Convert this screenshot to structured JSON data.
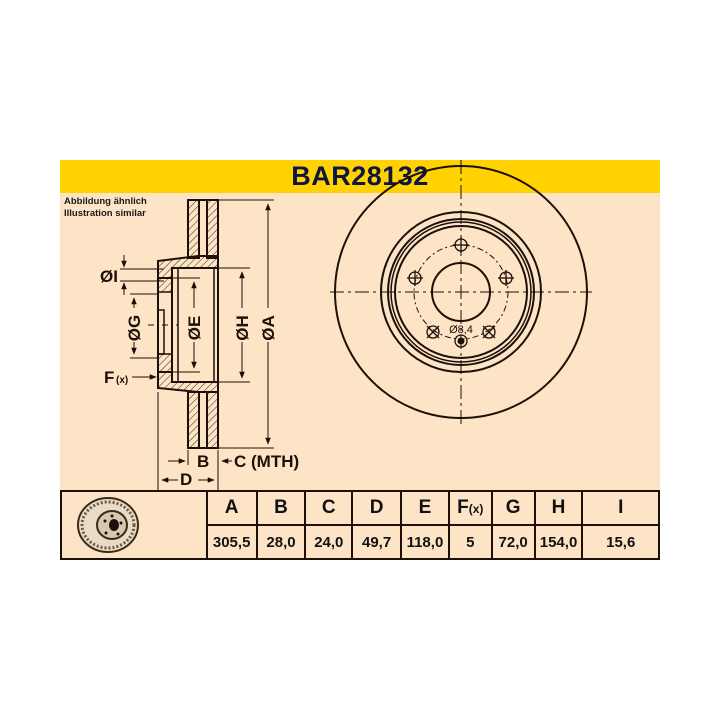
{
  "header": {
    "part_number": "BAR28132"
  },
  "note": {
    "line1": "Abbildung ähnlich",
    "line2": "Illustration similar"
  },
  "section_view": {
    "labels": {
      "I": "ØI",
      "G": "ØG",
      "E": "ØE",
      "H": "ØH",
      "A": "ØA",
      "F": "F",
      "F_sup": "(x)",
      "B": "B",
      "C": "C (MTH)",
      "D": "D"
    }
  },
  "front_view": {
    "hole_label": "Ø8,4",
    "bolt_holes": 5
  },
  "colors": {
    "header_bg": "#FFD200",
    "sheet_bg": "#FDE4C6",
    "title_text": "#0D1640",
    "line": "#1c1008"
  },
  "spec_table": {
    "columns": [
      {
        "key": "A",
        "label": "A",
        "value": "305,5"
      },
      {
        "key": "B",
        "label": "B",
        "value": "28,0"
      },
      {
        "key": "C",
        "label": "C",
        "value": "24,0"
      },
      {
        "key": "D",
        "label": "D",
        "value": "49,7"
      },
      {
        "key": "E",
        "label": "E",
        "value": "118,0"
      },
      {
        "key": "F",
        "label": "F",
        "label_sup": "(x)",
        "value": "5"
      },
      {
        "key": "G",
        "label": "G",
        "value": "72,0"
      },
      {
        "key": "H",
        "label": "H",
        "value": "154,0"
      },
      {
        "key": "I",
        "label": "I",
        "value": "15,6"
      }
    ]
  }
}
